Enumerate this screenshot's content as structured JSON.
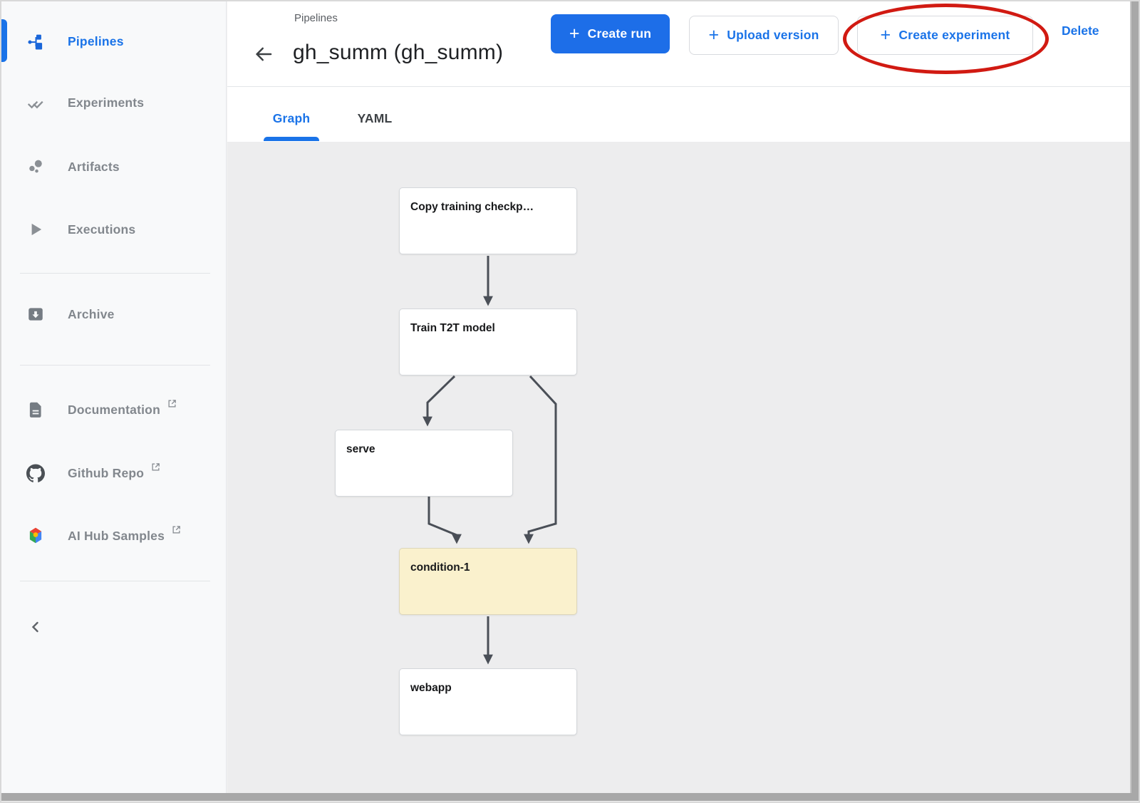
{
  "sidebar": {
    "items": [
      {
        "id": "pipelines",
        "label": "Pipelines",
        "icon": "pipelines-icon",
        "active": true,
        "external": false
      },
      {
        "id": "experiments",
        "label": "Experiments",
        "icon": "experiments-icon",
        "active": false,
        "external": false
      },
      {
        "id": "artifacts",
        "label": "Artifacts",
        "icon": "artifacts-icon",
        "active": false,
        "external": false
      },
      {
        "id": "executions",
        "label": "Executions",
        "icon": "executions-icon",
        "active": false,
        "external": false
      },
      {
        "id": "archive",
        "label": "Archive",
        "icon": "archive-icon",
        "active": false,
        "external": false
      },
      {
        "id": "documentation",
        "label": "Documentation",
        "icon": "document-icon",
        "active": false,
        "external": true
      },
      {
        "id": "github-repo",
        "label": "Github Repo",
        "icon": "github-icon",
        "active": false,
        "external": true
      },
      {
        "id": "ai-hub-samples",
        "label": "AI Hub Samples",
        "icon": "ai-hub-icon",
        "active": false,
        "external": true
      }
    ]
  },
  "header": {
    "breadcrumb": "Pipelines",
    "title": "gh_summ (gh_summ)",
    "actions": {
      "create_run": "Create run",
      "upload_version": "Upload version",
      "create_experiment": "Create experiment",
      "delete_label": "Delete"
    }
  },
  "tabs": [
    {
      "label": "Graph",
      "active": true
    },
    {
      "label": "YAML",
      "active": false
    }
  ],
  "graph": {
    "nodes": [
      {
        "id": "copy-training-checkpoint",
        "label": "Copy training checkp…",
        "type": "task"
      },
      {
        "id": "train-t2t-model",
        "label": "Train T2T model",
        "type": "task"
      },
      {
        "id": "serve",
        "label": "serve",
        "type": "task"
      },
      {
        "id": "condition-1",
        "label": "condition-1",
        "type": "condition"
      },
      {
        "id": "webapp",
        "label": "webapp",
        "type": "task"
      }
    ],
    "edges": [
      {
        "from": "copy-training-checkpoint",
        "to": "train-t2t-model"
      },
      {
        "from": "train-t2t-model",
        "to": "serve"
      },
      {
        "from": "train-t2t-model",
        "to": "condition-1"
      },
      {
        "from": "serve",
        "to": "condition-1"
      },
      {
        "from": "condition-1",
        "to": "webapp"
      }
    ]
  },
  "annotation": {
    "shape": "ellipse",
    "color": "#d11a12",
    "highlights": "Create experiment"
  },
  "colors": {
    "accent": "#1a73e8",
    "condition_fill": "#faf1cd",
    "graph_bg": "#ededee",
    "edge": "#4a4f57",
    "sidebar_bg": "#f8f9fa"
  }
}
